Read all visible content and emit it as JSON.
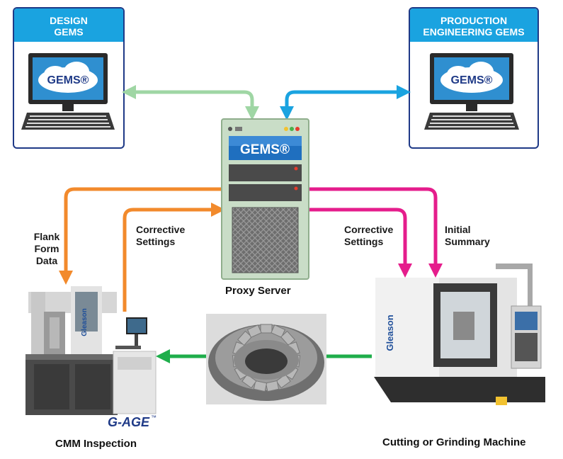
{
  "panels": {
    "design": {
      "title_line1": "DESIGN",
      "title_line2": "GEMS",
      "logo": "GEMS®"
    },
    "production": {
      "title_line1": "PRODUCTION",
      "title_line2": "ENGINEERING GEMS",
      "logo": "GEMS®"
    }
  },
  "server": {
    "logo": "GEMS®",
    "caption": "Proxy Server"
  },
  "flow_labels": {
    "flank_form_line1": "Flank",
    "flank_form_line2": "Form",
    "flank_form_line3": "Data",
    "corrective_left_line1": "Corrective",
    "corrective_left_line2": "Settings",
    "corrective_right_line1": "Corrective",
    "corrective_right_line2": "Settings",
    "initial_summary_line1": "Initial",
    "initial_summary_line2": "Summary"
  },
  "machines": {
    "cmm_caption": "CMM Inspection",
    "cmm_brand": "Gleason",
    "gage_logo": "G-AGE",
    "gage_tm": "™",
    "cutting_caption": "Cutting or Grinding Machine",
    "cutting_brand": "Gleason"
  },
  "colors": {
    "green_arrow": "#9fd6a4",
    "blue_arrow": "#1aa3e0",
    "orange_arrow": "#f28a2c",
    "magenta_arrow": "#e51d8c",
    "bright_green_arrow": "#1fae4b",
    "panel_border": "#1f3a87",
    "panel_header": "#1aa3e0"
  }
}
